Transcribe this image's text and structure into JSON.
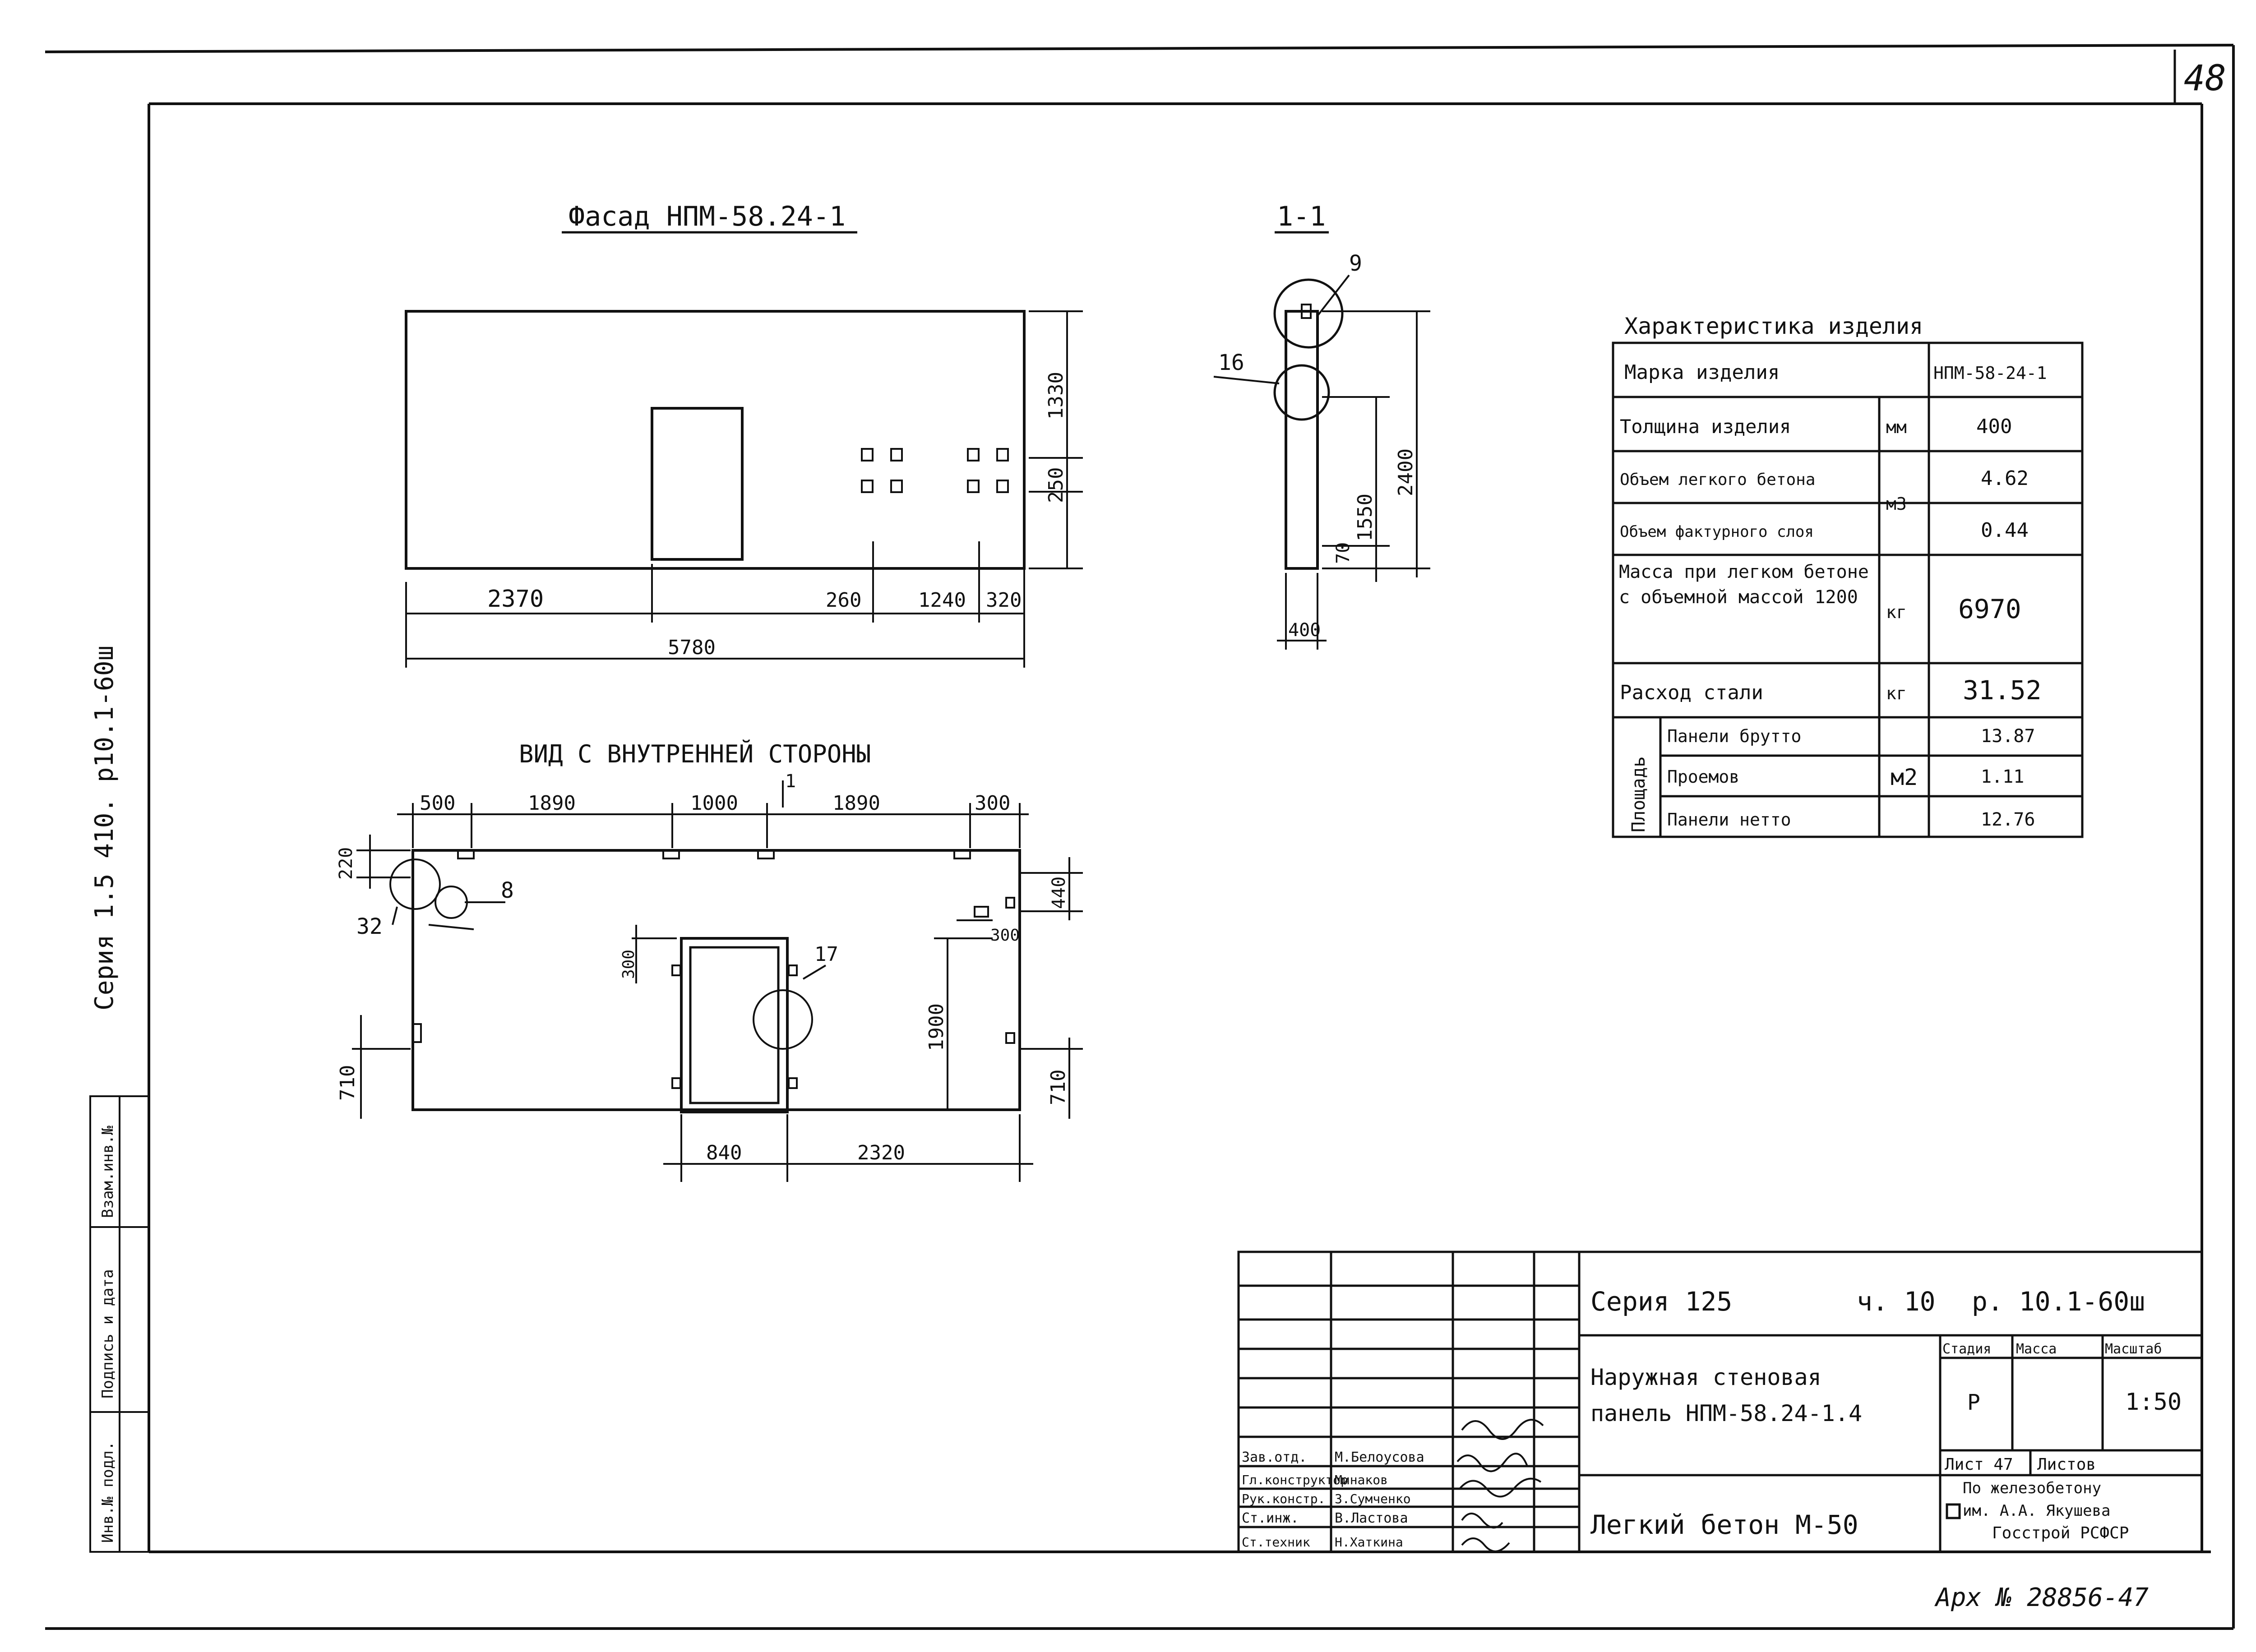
{
  "sheet_number": "48",
  "side_stamp": "Серия 1.5   410. р10.1-60ш",
  "archive_note": "Арх № 28856-47",
  "facade": {
    "title": "Фасад НПМ-58.24-1",
    "dims": {
      "d2370": "2370",
      "d260": "260",
      "d1240": "1240",
      "d320": "320",
      "d5780": "5780",
      "d1330": "1330",
      "d250": "250"
    }
  },
  "section": {
    "title": "1-1",
    "callout_9": "9",
    "callout_16": "16",
    "dims": {
      "d2400": "2400",
      "d1550": "1550",
      "d70": "70",
      "d400": "400"
    }
  },
  "inner_view": {
    "title": "ВИД С ВНУТРЕННЕЙ СТОРОНЫ",
    "dims": {
      "d500": "500",
      "d1890a": "1890",
      "d1000": "1000",
      "d1890b": "1890",
      "d300top": "300",
      "d1": "1",
      "d220": "220",
      "d440": "440",
      "d300a": "300",
      "d300b": "300",
      "d1900": "1900",
      "d710l": "710",
      "d710r": "710",
      "d840": "840",
      "d2320": "2320"
    },
    "callouts": {
      "c32": "32",
      "c8": "8",
      "c17": "17"
    }
  },
  "characteristics": {
    "title": "Характеристика изделия",
    "rows": [
      {
        "label": "Марка изделия",
        "unit": "",
        "value": "НПМ-58-24-1"
      },
      {
        "label": "Толщина изделия",
        "unit": "мм",
        "value": "400"
      },
      {
        "label": "Объем легкого бетона",
        "unit": "м3",
        "value": "4.62"
      },
      {
        "label": "Объем фактурного слоя",
        "unit": "",
        "value": "0.44"
      },
      {
        "label": "Масса при легком бетоне с объемной массой 1200",
        "unit": "кг",
        "value": "6970"
      },
      {
        "label": "Расход стали",
        "unit": "кг",
        "value": "31.52"
      }
    ],
    "area_group": "Площадь",
    "area_unit": "м2",
    "area_rows": [
      {
        "label": "Панели брутто",
        "value": "13.87"
      },
      {
        "label": "Проемов",
        "value": "1.11"
      },
      {
        "label": "Панели нетто",
        "value": "12.76"
      }
    ]
  },
  "title_block": {
    "series": "Серия 125",
    "part": "ч. 10",
    "issue": "р. 10.1-60ш",
    "name_line1": "Наружная стеновая",
    "name_line2": "панель НПМ-58.24-1.4",
    "material": "Легкий бетон М-50",
    "stage_header": "Стадия",
    "mass_header": "Масса",
    "scale_header": "Масштаб",
    "stage": "Р",
    "scale": "1:50",
    "sheet_label": "Лист 47",
    "sheets_label": "Листов",
    "org_line1": "По железобетону",
    "org_line2": "им. А.А. Якушева",
    "org_line3": "Госстрой РСФСР",
    "staff": [
      {
        "role": "Зав.отд.",
        "name": "М.Белоусова"
      },
      {
        "role": "Гл.конструктор",
        "name": "Минаков"
      },
      {
        "role": "Рук.констр.",
        "name": "З.Сумченко"
      },
      {
        "role": "Ст.инж.",
        "name": "В.Ластова"
      },
      {
        "role": "Ст.техник",
        "name": "Н.Хаткина"
      }
    ]
  },
  "left_strip": {
    "labels": [
      "Инв.№ подл.",
      "Подпись и дата",
      "Взам.инв.№"
    ]
  }
}
